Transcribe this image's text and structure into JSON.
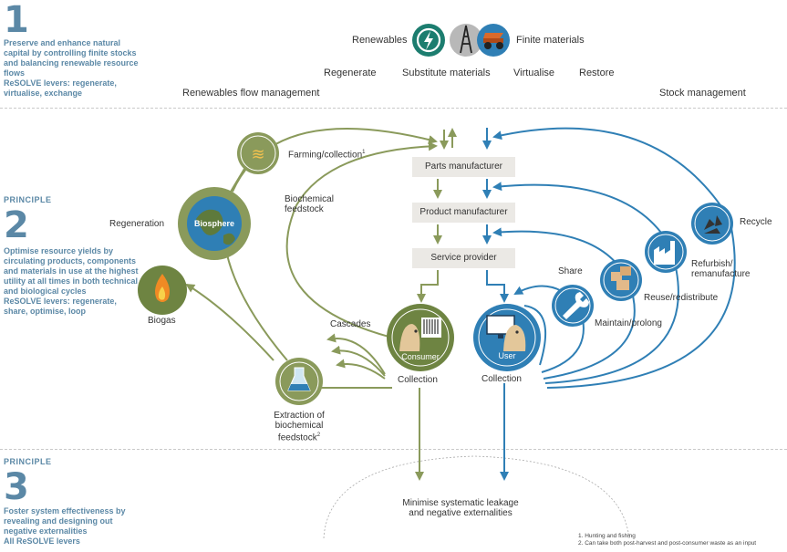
{
  "principle1": {
    "number": "1",
    "description": "Preserve and enhance natural capital by controlling finite stocks and balancing renewable resource flows",
    "levers": "ReSOLVE levers: regenerate, virtualise, exchange"
  },
  "principle2": {
    "label": "PRINCIPLE",
    "number": "2",
    "description": "Optimise resource yields by circulating products, components and materials in use at the highest utility at all times in both technical and biological cycles",
    "levers": "ReSOLVE levers: regenerate, share, optimise, loop"
  },
  "principle3": {
    "label": "PRINCIPLE",
    "number": "3",
    "description": "Foster system effectiveness by revealing and designing out negative externalities",
    "levers": "All ReSOLVE levers"
  },
  "top": {
    "renewables": "Renewables",
    "finite_materials": "Finite materials",
    "levers": [
      "Regenerate",
      "Substitute materials",
      "Virtualise",
      "Restore"
    ],
    "renewables_flow": "Renewables flow management",
    "stock_management": "Stock management"
  },
  "chain": {
    "parts": "Parts manufacturer",
    "product": "Product manufacturer",
    "service": "Service provider"
  },
  "bio": {
    "farming": "Farming/collection",
    "farming_note": "1",
    "biochemical": "Biochemical feedstock",
    "regeneration": "Regeneration",
    "biosphere": "Biosphere",
    "biogas": "Biogas",
    "cascades": "Cascades",
    "extraction": "Extraction of biochemical feedstock",
    "extraction_note": "2",
    "consumer": "Consumer",
    "collection_left": "Collection"
  },
  "tech": {
    "user": "User",
    "collection_right": "Collection",
    "share": "Share",
    "maintain": "Maintain/prolong",
    "reuse": "Reuse/redistribute",
    "refurbish": "Refurbish/ remanufacture",
    "recycle": "Recycle"
  },
  "leakage": "Minimise systematic leakage and negative externalities",
  "footnotes": [
    "1. Hunting and fishing",
    "2. Can take both post-harvest and post-consumer waste as an input"
  ],
  "colors": {
    "bio_green": "#8a9a5b",
    "dark_green": "#5e7a3c",
    "tech_blue": "#2f7fb5",
    "principle_blue": "#5b88a6",
    "box_bg": "#ebe9e5"
  },
  "icons": {
    "renewables": "lightning-recycle-icon",
    "finite": "oil-derrick-icon",
    "mining": "mining-truck-icon",
    "farming": "wheat-fish-icon",
    "biogas": "flame-icon",
    "extraction": "flask-icon",
    "maintain": "wrench-icon",
    "reuse": "boxes-icon",
    "refurbish": "factory-icon",
    "recycle": "recycle-icon"
  }
}
